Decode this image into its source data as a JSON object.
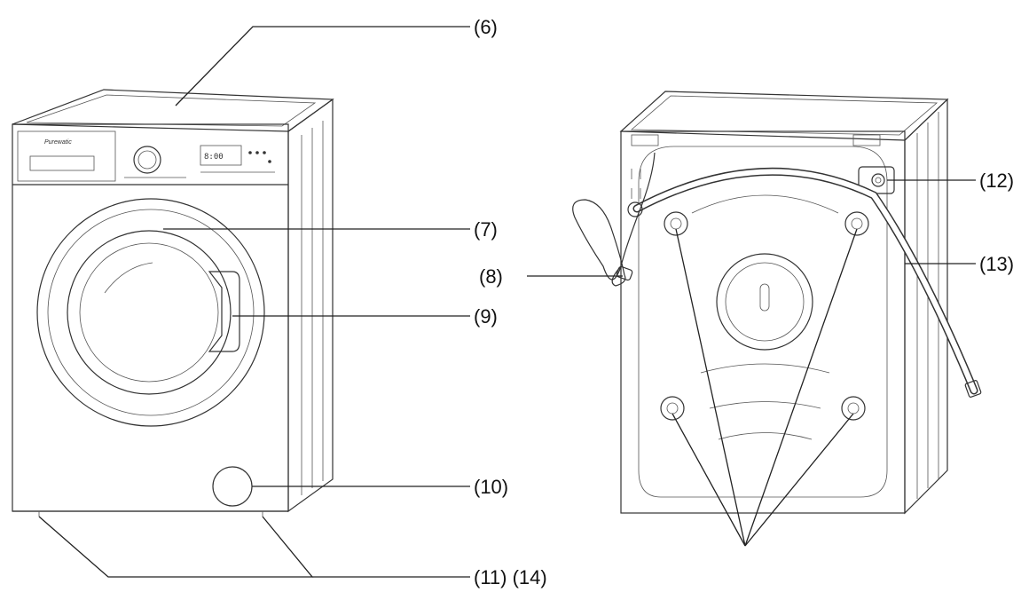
{
  "brand": "Purewatic",
  "display_text": "8:00",
  "labels": {
    "top_cover": "(6)",
    "door": "(7)",
    "power_plug": "(8)",
    "door_handle": "(9)",
    "filter_cover": "(10)",
    "feet": "(11) (14)",
    "water_inlet": "(12)",
    "drain_hose": "(13)"
  },
  "colors": {
    "line": "#222222",
    "body_fill": "#ffffff"
  }
}
